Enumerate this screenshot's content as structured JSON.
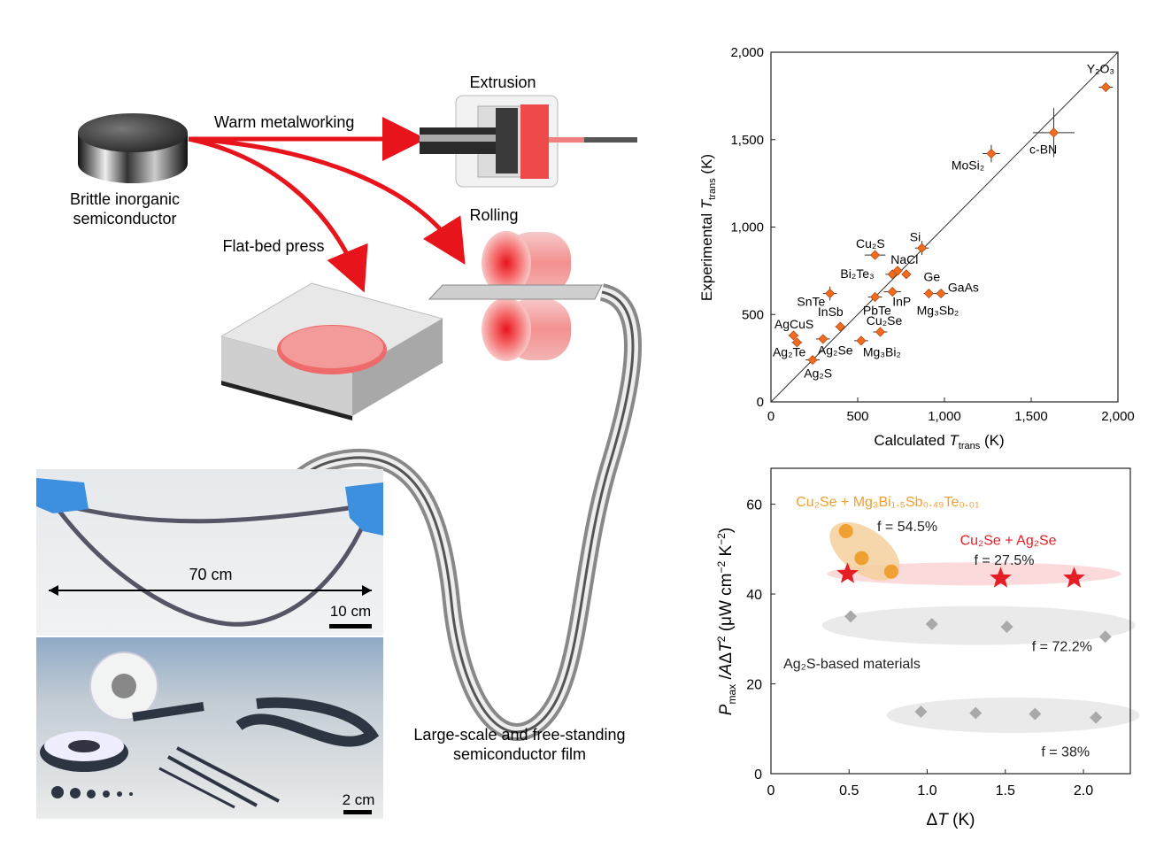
{
  "schematic": {
    "brittle_label": [
      "Brittle inorganic",
      "semiconductor"
    ],
    "warm_label": "Warm metalworking",
    "extrusion_label": "Extrusion",
    "rolling_label": "Rolling",
    "flatbed_label": "Flat-bed press",
    "film_label": [
      "Large-scale and free-standing",
      "semiconductor film"
    ]
  },
  "photos": {
    "top_length_label": "70 cm",
    "top_scale_label": "10 cm",
    "bottom_scale_label": "2 cm"
  },
  "colors": {
    "red": "#e8141c",
    "orange": "#f26c1f",
    "orange_text": "#f0a032",
    "star_red": "#e51d25",
    "gray_marker": "#a9a9a9"
  },
  "chart_data": [
    {
      "type": "scatter",
      "xlabel": "Calculated T_trans (K)",
      "ylabel": "Experimental T_trans (K)",
      "xlim": [
        0,
        2000
      ],
      "ylim": [
        0,
        2000
      ],
      "xticks": [
        "0",
        "500",
        "1,000",
        "1,500",
        "2,000"
      ],
      "yticks": [
        "0",
        "500",
        "1,000",
        "1,500",
        "2,000"
      ],
      "reference_line": "y = x",
      "points": [
        {
          "label": "Y₂O₃",
          "x": 1930,
          "y": 1800,
          "xerr": 40,
          "yerr": 0
        },
        {
          "label": "c-BN",
          "x": 1630,
          "y": 1540,
          "xerr": 120,
          "yerr": 140
        },
        {
          "label": "MoSi₂",
          "x": 1270,
          "y": 1420,
          "xerr": 50,
          "yerr": 50
        },
        {
          "label": "Si",
          "x": 870,
          "y": 880,
          "xerr": 40,
          "yerr": 40
        },
        {
          "label": "Cu₂S",
          "x": 600,
          "y": 840,
          "xerr": 60,
          "yerr": 0
        },
        {
          "label": "NaCl",
          "x": 700,
          "y": 730,
          "xerr": 40,
          "yerr": 0
        },
        {
          "label": "NaCl",
          "x": 730,
          "y": 750,
          "xerr": 0,
          "yerr": 0
        },
        {
          "label": "Ge",
          "x": 780,
          "y": 730,
          "xerr": 0,
          "yerr": 0
        },
        {
          "label": "Bi₂Te₃",
          "x": 600,
          "y": 600,
          "xerr": 40,
          "yerr": 0
        },
        {
          "label": "InP",
          "x": 700,
          "y": 630,
          "xerr": 50,
          "yerr": 0
        },
        {
          "label": "SnTe",
          "x": 340,
          "y": 620,
          "xerr": 40,
          "yerr": 40
        },
        {
          "label": "Mg₃Sb₂",
          "x": 910,
          "y": 620,
          "xerr": 30,
          "yerr": 0
        },
        {
          "label": "GaAs",
          "x": 980,
          "y": 620,
          "xerr": 40,
          "yerr": 0
        },
        {
          "label": "InSb",
          "x": 400,
          "y": 430,
          "xerr": 30,
          "yerr": 0
        },
        {
          "label": "Cu₂Se",
          "x": 630,
          "y": 400,
          "xerr": 40,
          "yerr": 0
        },
        {
          "label": "AgCuS",
          "x": 130,
          "y": 380,
          "xerr": 30,
          "yerr": 0
        },
        {
          "label": "Ag₂Se",
          "x": 300,
          "y": 360,
          "xerr": 40,
          "yerr": 0
        },
        {
          "label": "Mg₃Bi₂",
          "x": 520,
          "y": 350,
          "xerr": 40,
          "yerr": 0
        },
        {
          "label": "Ag₂Te",
          "x": 150,
          "y": 340,
          "xerr": 30,
          "yerr": 0
        },
        {
          "label": "Ag₂S",
          "x": 240,
          "y": 240,
          "xerr": 40,
          "yerr": 0
        }
      ],
      "point_labels": [
        {
          "text": "Y₂O₃",
          "x": 1820,
          "y": 1880
        },
        {
          "text": "c-BN",
          "x": 1490,
          "y": 1420
        },
        {
          "text": "MoSi₂",
          "x": 1040,
          "y": 1330
        },
        {
          "text": "Si",
          "x": 800,
          "y": 920
        },
        {
          "text": "Cu₂S",
          "x": 490,
          "y": 880
        },
        {
          "text": "NaCl",
          "x": 690,
          "y": 790
        },
        {
          "text": "Ge",
          "x": 880,
          "y": 690
        },
        {
          "text": "GaAs",
          "x": 1020,
          "y": 630
        },
        {
          "text": "Bi₂Te₃",
          "x": 400,
          "y": 710
        },
        {
          "text": "InP",
          "x": 700,
          "y": 550
        },
        {
          "text": "SnTe",
          "x": 150,
          "y": 550
        },
        {
          "text": "Mg₃Sb₂",
          "x": 840,
          "y": 500
        },
        {
          "text": "PbTe",
          "x": 530,
          "y": 500
        },
        {
          "text": "InSb",
          "x": 270,
          "y": 490
        },
        {
          "text": "Cu₂Se",
          "x": 550,
          "y": 440
        },
        {
          "text": "AgCuS",
          "x": 20,
          "y": 420
        },
        {
          "text": "Ag₂Te",
          "x": 10,
          "y": 260
        },
        {
          "text": "Ag₂Se",
          "x": 270,
          "y": 270
        },
        {
          "text": "Mg₃Bi₂",
          "x": 530,
          "y": 260
        },
        {
          "text": "Ag₂S",
          "x": 190,
          "y": 140
        }
      ]
    },
    {
      "type": "scatter",
      "xlabel": "ΔT (K)",
      "ylabel": "P_max /AΔT² (μW cm⁻² K⁻²)",
      "xlim": [
        0,
        2.3
      ],
      "ylim": [
        0,
        68
      ],
      "xticks": [
        "0",
        "0.5",
        "1.0",
        "1.5",
        "2.0"
      ],
      "yticks": [
        "0",
        "20",
        "40",
        "60"
      ],
      "series": [
        {
          "name": "Cu₂Se + Mg₃Bi₁.₅Sb₀.₄₉Te₀.₀₁",
          "marker": "circle",
          "x": [
            0.48,
            0.58,
            0.77
          ],
          "y": [
            54,
            48,
            45
          ]
        },
        {
          "name": "Cu₂Se + Ag₂Se",
          "marker": "star",
          "x": [
            0.49,
            1.47,
            1.94
          ],
          "y": [
            44.5,
            43.5,
            43.5
          ]
        },
        {
          "name": "Ag₂S-based materials",
          "marker": "diamond",
          "x": [
            0.51,
            1.03,
            1.51,
            2.14,
            0.96,
            1.31,
            1.69,
            2.08
          ],
          "y": [
            35,
            33.3,
            32.7,
            30.5,
            13.8,
            13.5,
            13.3,
            12.5
          ]
        }
      ],
      "annotations": [
        {
          "text": "Cu₂Se + Mg₃Bi₁.₅Sb₀.₄₉Te₀.₀₁",
          "x": 0.16,
          "y": 59.5
        },
        {
          "text": "f = 54.5%",
          "x": 0.68,
          "y": 54
        },
        {
          "text": "Cu₂Se + Ag₂Se",
          "x": 1.21,
          "y": 51
        },
        {
          "text": "f = 27.5%",
          "x": 1.3,
          "y": 46.5
        },
        {
          "text": "Ag₂S-based materials",
          "x": 0.08,
          "y": 23.5
        },
        {
          "text": "f = 72.2%",
          "x": 1.67,
          "y": 27.3
        },
        {
          "text": "f = 38%",
          "x": 1.73,
          "y": 3.8
        }
      ]
    }
  ]
}
